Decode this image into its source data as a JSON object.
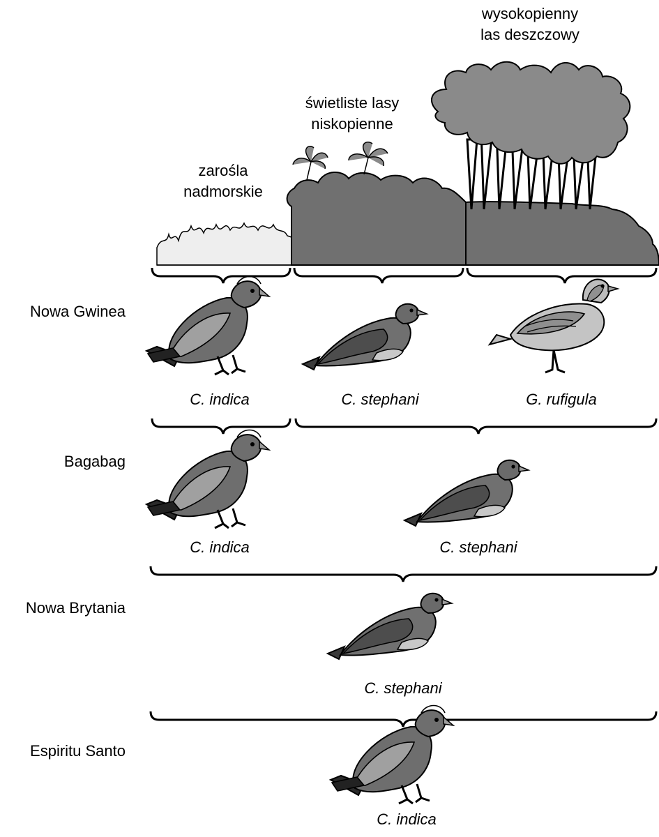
{
  "habitats": {
    "scrub": [
      "zarośla",
      "nadmorskie"
    ],
    "lowland_forest": [
      "świetliste lasy",
      "niskopienne"
    ],
    "rainforest": [
      "wysokopienny",
      "las deszczowy"
    ]
  },
  "islands": [
    {
      "name": "Nowa Gwinea",
      "species": [
        "C. indica",
        "C. stephani",
        "G. rufigula"
      ]
    },
    {
      "name": "Bagabag",
      "species": [
        "C. indica",
        "C. stephani"
      ]
    },
    {
      "name": "Nowa Brytania",
      "species": [
        "C. stephani"
      ]
    },
    {
      "name": "Espiritu Santo",
      "species": [
        "C. indica"
      ]
    }
  ],
  "colors": {
    "scrub_fill": "#eeeeee",
    "forest_fill": "#707070",
    "canopy_fill": "#8a8a8a",
    "bird_light": "#9d9d9d",
    "bird_mid": "#6e6e6e",
    "bird_dark": "#303030"
  }
}
